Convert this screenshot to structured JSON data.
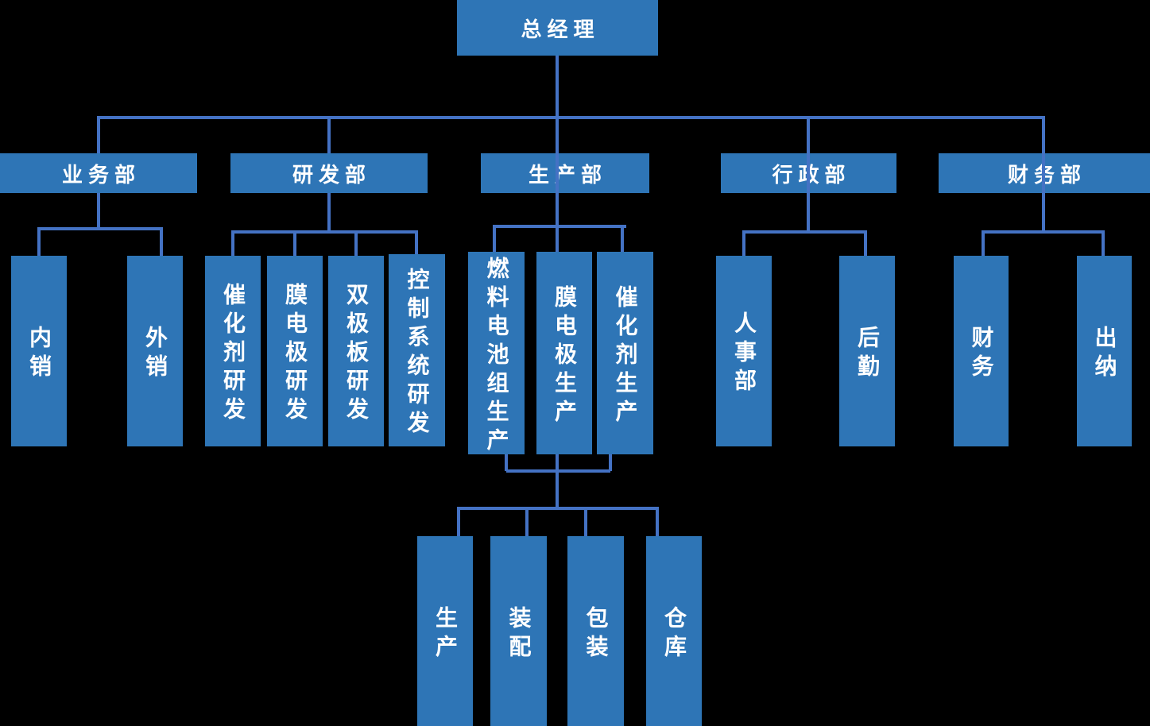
{
  "background": "#000000",
  "colors": {
    "node_fill": "#2E75B6",
    "connector": "#4472C4",
    "node_text": "#FFFFFF"
  },
  "org_chart": {
    "root": {
      "label": "总经理"
    },
    "departments": [
      {
        "label": "业务部",
        "children": [
          {
            "label": "内销"
          },
          {
            "label": "外销"
          }
        ]
      },
      {
        "label": "研发部",
        "children": [
          {
            "label": "催化剂研发"
          },
          {
            "label": "膜电极研发"
          },
          {
            "label": "双极板研发"
          },
          {
            "label": "控制系统研发"
          }
        ]
      },
      {
        "label": "生产部",
        "children": [
          {
            "label": "燃料电池组生产"
          },
          {
            "label": "膜电极生产"
          },
          {
            "label": "催化剂生产"
          }
        ],
        "grandchildren": [
          {
            "label": "生产"
          },
          {
            "label": "装配"
          },
          {
            "label": "包装"
          },
          {
            "label": "仓库"
          }
        ]
      },
      {
        "label": "行政部",
        "children": [
          {
            "label": "人事部"
          },
          {
            "label": "后勤"
          }
        ]
      },
      {
        "label": "财务部",
        "children": [
          {
            "label": "财务"
          },
          {
            "label": "出纳"
          }
        ]
      }
    ]
  }
}
